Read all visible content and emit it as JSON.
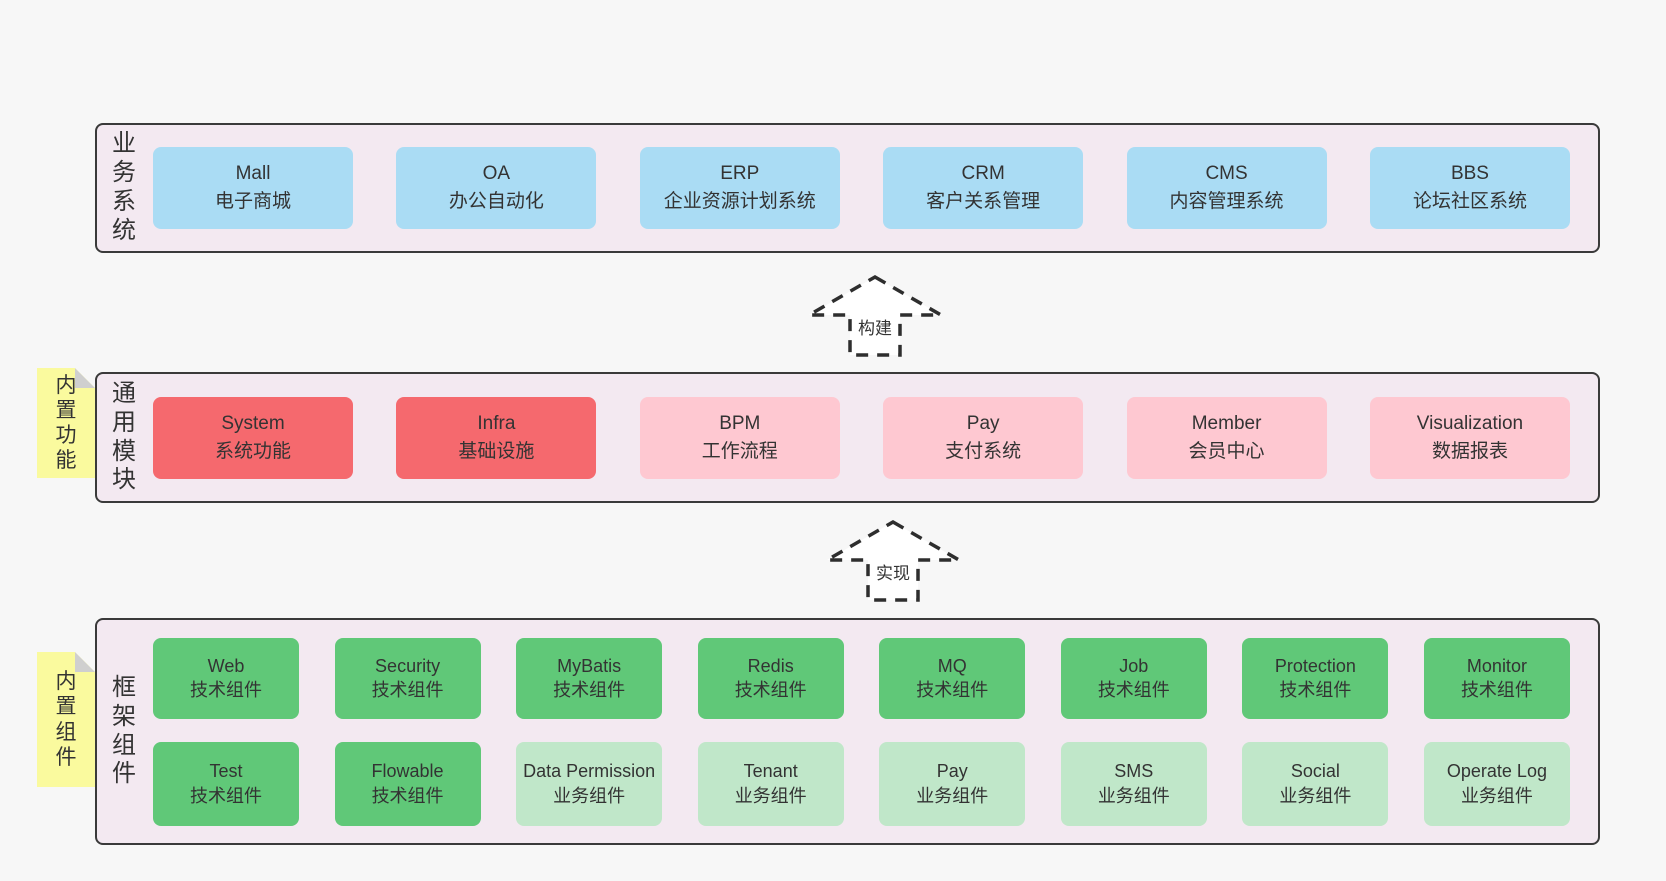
{
  "canvas": {
    "background": "#f7f7f7"
  },
  "colors": {
    "layer_background": "#f3e9f1",
    "layer_border": "#3a3a3a",
    "box_blue": "#aadcf4",
    "box_red": "#f5696e",
    "box_pink": "#fec8d1",
    "box_green_dark": "#60c878",
    "box_green_light": "#c0e7c9",
    "sticky_yellow": "#fafa9e",
    "text": "#333333"
  },
  "arrows": [
    {
      "label": "构建"
    },
    {
      "label": "实现"
    }
  ],
  "layers": [
    {
      "label": "业务系统",
      "boxes": [
        {
          "name": "Mall",
          "desc": "电子商城"
        },
        {
          "name": "OA",
          "desc": "办公自动化"
        },
        {
          "name": "ERP",
          "desc": "企业资源计划系统"
        },
        {
          "name": "CRM",
          "desc": "客户关系管理"
        },
        {
          "name": "CMS",
          "desc": "内容管理系统"
        },
        {
          "name": "BBS",
          "desc": "论坛社区系统"
        }
      ]
    },
    {
      "label": "通用模块",
      "note": "内置功能",
      "boxes": [
        {
          "name": "System",
          "desc": "系统功能"
        },
        {
          "name": "Infra",
          "desc": "基础设施"
        },
        {
          "name": "BPM",
          "desc": "工作流程"
        },
        {
          "name": "Pay",
          "desc": "支付系统"
        },
        {
          "name": "Member",
          "desc": "会员中心"
        },
        {
          "name": "Visualization",
          "desc": "数据报表"
        }
      ]
    },
    {
      "label": "框架组件",
      "note": "内置组件",
      "row1": [
        {
          "name": "Web",
          "desc": "技术组件"
        },
        {
          "name": "Security",
          "desc": "技术组件"
        },
        {
          "name": "MyBatis",
          "desc": "技术组件"
        },
        {
          "name": "Redis",
          "desc": "技术组件"
        },
        {
          "name": "MQ",
          "desc": "技术组件"
        },
        {
          "name": "Job",
          "desc": "技术组件"
        },
        {
          "name": "Protection",
          "desc": "技术组件"
        },
        {
          "name": "Monitor",
          "desc": "技术组件"
        }
      ],
      "row2": [
        {
          "name": "Test",
          "desc": "技术组件"
        },
        {
          "name": "Flowable",
          "desc": "技术组件"
        },
        {
          "name": "Data Permission",
          "desc": "业务组件"
        },
        {
          "name": "Tenant",
          "desc": "业务组件"
        },
        {
          "name": "Pay",
          "desc": "业务组件"
        },
        {
          "name": "SMS",
          "desc": "业务组件"
        },
        {
          "name": "Social",
          "desc": "业务组件"
        },
        {
          "name": "Operate Log",
          "desc": "业务组件"
        }
      ]
    }
  ]
}
